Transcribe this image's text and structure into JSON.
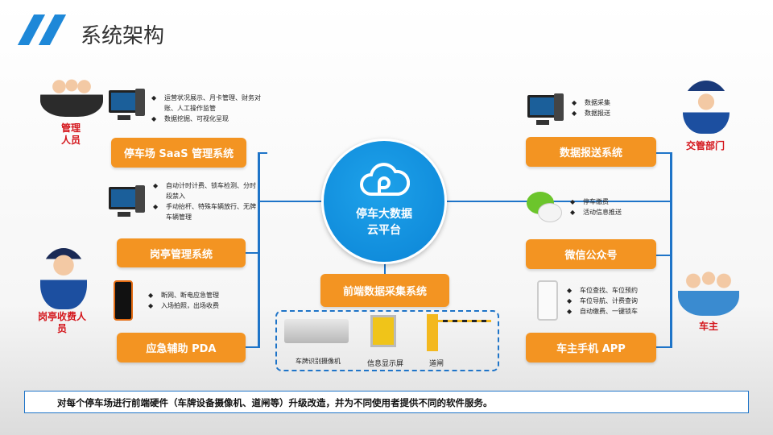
{
  "title": "系统架构",
  "center": {
    "line1": "停车大数据",
    "line2": "云平台",
    "icon": "cloud-icon"
  },
  "left": {
    "saas": {
      "label": "停车场 SaaS 管理系统",
      "bullets": [
        "运营状况展示、月卡管理、财务对账、人工操作监管",
        "数据挖掘、可视化呈现"
      ]
    },
    "booth": {
      "label": "岗亭管理系统",
      "bullets": [
        "自动计时计费、锁车检测、分时段禁入",
        "手动抬杆、特殊车辆放行、无牌车辆管理"
      ]
    },
    "pda": {
      "label": "应急辅助 PDA",
      "bullets": [
        "断网、断电应急管理",
        "入场拍照，出场收费"
      ]
    },
    "manager_label": "管理人员",
    "cashier_label": "岗亭收费人员"
  },
  "right": {
    "report": {
      "label": "数据报送系统",
      "bullets": [
        "数据采集",
        "数据报送"
      ]
    },
    "wechat": {
      "label": "微信公众号",
      "bullets": [
        "停车缴费",
        "活动信息推送"
      ]
    },
    "app": {
      "label": "车主手机 APP",
      "bullets": [
        "车位查找、车位预约",
        "车位导航、计费查询",
        "自动缴费、一键锁车"
      ]
    },
    "traffic_label": "交管部门",
    "owner_label": "车主"
  },
  "front": {
    "label": "前端数据采集系统",
    "devices": [
      "车牌识别摄像机",
      "信息显示屏",
      "道闸"
    ]
  },
  "footer": "对每个停车场进行前端硬件（车牌设备摄像机、道闸等）升级改造，并为不同使用者提供不同的软件服务。",
  "colors": {
    "orange": "#f39422",
    "blue": "#1e88d8",
    "red": "#d4161c"
  }
}
